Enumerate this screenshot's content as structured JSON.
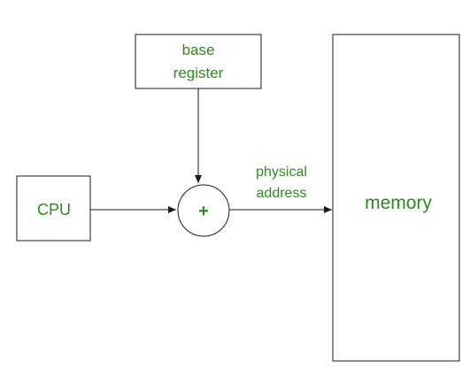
{
  "diagram": {
    "nodes": {
      "base_register": {
        "line1": "base",
        "line2": "register"
      },
      "cpu": {
        "label": "CPU"
      },
      "adder": {
        "symbol": "+"
      },
      "memory": {
        "label": "memory"
      }
    },
    "edge_labels": {
      "physical_address": {
        "line1": "physical",
        "line2": "address"
      }
    },
    "colors": {
      "stroke": "#1a1a1a",
      "text": "#2e8b1e",
      "background": "#ffffff"
    }
  }
}
